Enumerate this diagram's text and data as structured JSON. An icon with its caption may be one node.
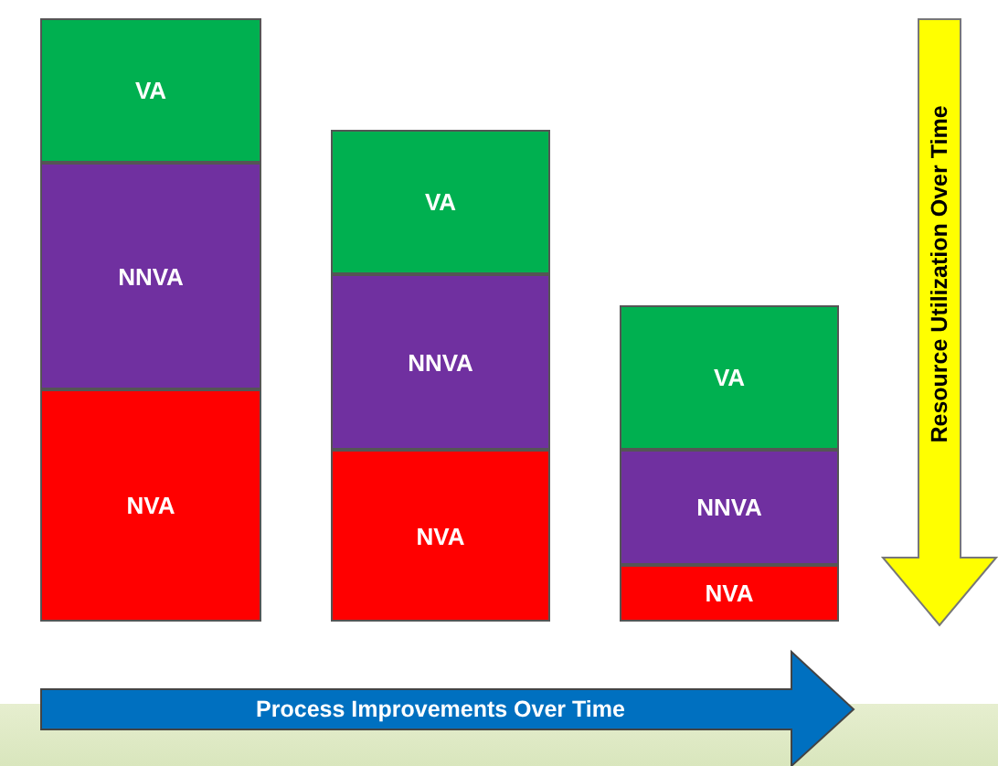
{
  "diagram": {
    "nodes": [
      {
        "text": [
          "VA"
        ]
      },
      {
        "text": [
          "NNVA"
        ]
      },
      {
        "text": [
          "NVA"
        ]
      },
      {
        "text": [
          "VA"
        ]
      },
      {
        "text": [
          "NNVA"
        ]
      },
      {
        "text": [
          "NVA"
        ]
      },
      {
        "text": [
          "VA"
        ]
      },
      {
        "text": [
          "NNVA"
        ]
      },
      {
        "text": [
          "NVA"
        ]
      },
      {
        "text": [
          "Resource Utilization Over Time"
        ]
      },
      {
        "text": [
          "Process Improvements Over Time"
        ]
      }
    ]
  }
}
